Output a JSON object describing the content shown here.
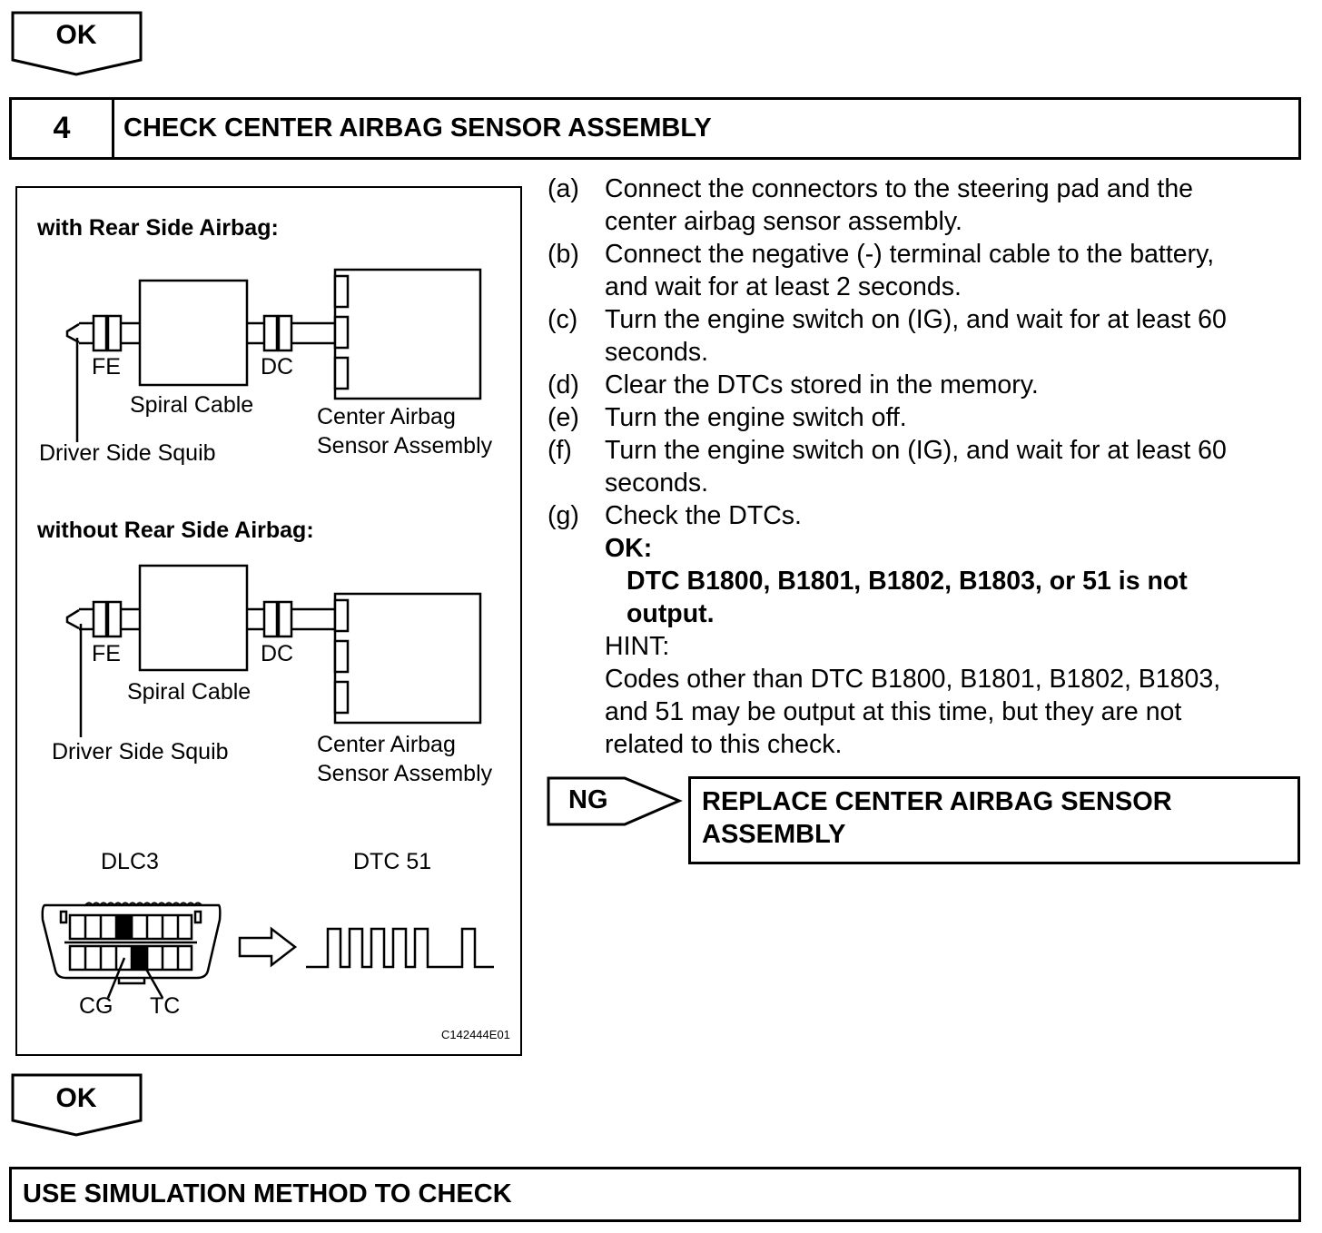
{
  "top_ok": {
    "label": "OK"
  },
  "step": {
    "number": "4",
    "title": "CHECK CENTER AIRBAG SENSOR ASSEMBLY"
  },
  "figure": {
    "with_title": "with Rear Side Airbag:",
    "without_title": "without Rear Side Airbag:",
    "fe": "FE",
    "dc": "DC",
    "spiral_cable": "Spiral Cable",
    "center_airbag_line1": "Center Airbag",
    "center_airbag_line2": "Sensor Assembly",
    "driver_side_squib": "Driver Side Squib",
    "dlc3": "DLC3",
    "dtc51": "DTC 51",
    "cg": "CG",
    "tc": "TC",
    "figure_code": "C142444E01"
  },
  "steps": [
    {
      "letter": "(a)",
      "lines": [
        "Connect the connectors to the steering pad and the",
        "center airbag sensor assembly."
      ]
    },
    {
      "letter": "(b)",
      "lines": [
        "Connect the negative (-) terminal cable to the battery,",
        "and wait for at least 2 seconds."
      ]
    },
    {
      "letter": "(c)",
      "lines": [
        "Turn the engine switch on (IG), and wait for at least 60",
        "seconds."
      ]
    },
    {
      "letter": "(d)",
      "lines": [
        "Clear the DTCs stored in the memory."
      ]
    },
    {
      "letter": "(e)",
      "lines": [
        "Turn the engine switch off."
      ]
    },
    {
      "letter": "(f)",
      "lines": [
        "Turn the engine switch on (IG), and wait for at least 60",
        "seconds."
      ]
    },
    {
      "letter": "(g)",
      "lines": [
        "Check the DTCs."
      ]
    }
  ],
  "ok_spec": {
    "label": "OK:",
    "line1": "DTC B1800, B1801, B1802, B1803, or 51 is not",
    "line2": "output."
  },
  "hint": {
    "label": "HINT:",
    "lines": [
      "Codes other than DTC B1800, B1801, B1802, B1803,",
      "and 51 may be output at this time, but they are not",
      "related to this check."
    ]
  },
  "ng": {
    "label": "NG",
    "action_line1": "REPLACE CENTER AIRBAG SENSOR",
    "action_line2": "ASSEMBLY"
  },
  "bottom_ok": {
    "label": "OK"
  },
  "final": {
    "title": "USE SIMULATION METHOD TO CHECK"
  }
}
